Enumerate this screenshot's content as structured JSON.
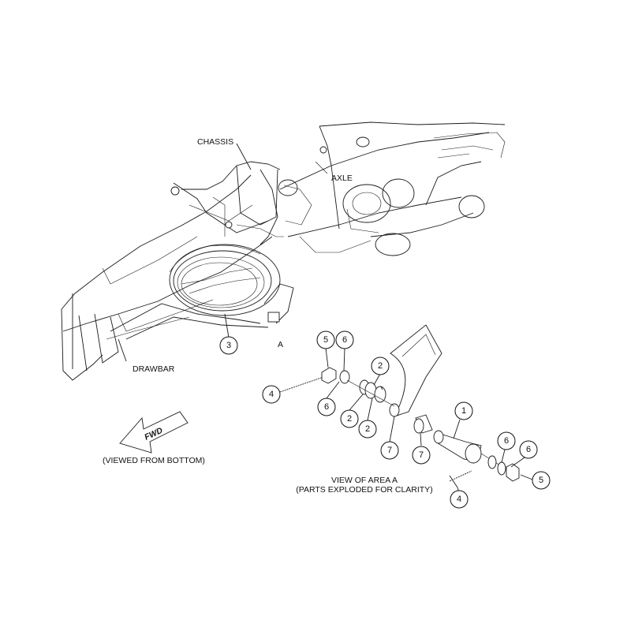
{
  "labels": {
    "chassis": "CHASSIS",
    "axle": "AXLE",
    "drawbar": "DRAWBAR",
    "area": "A",
    "fwd": "FWD",
    "viewed": "(VIEWED FROM BOTTOM)",
    "view_area_line1": "VIEW OF AREA A",
    "view_area_line2": "(PARTS EXPLODED FOR CLARITY)"
  },
  "callouts": [
    {
      "id": "c3",
      "text": "3",
      "highlight": false
    },
    {
      "id": "c5a",
      "text": "5",
      "highlight": false
    },
    {
      "id": "c6a",
      "text": "6",
      "highlight": false
    },
    {
      "id": "c4a",
      "text": "4",
      "highlight": true
    },
    {
      "id": "c6b",
      "text": "6",
      "highlight": false
    },
    {
      "id": "c2a",
      "text": "2",
      "highlight": false
    },
    {
      "id": "c2b",
      "text": "2",
      "highlight": false
    },
    {
      "id": "c2c",
      "text": "2",
      "highlight": false
    },
    {
      "id": "c7a",
      "text": "7",
      "highlight": false
    },
    {
      "id": "c7b",
      "text": "7",
      "highlight": false
    },
    {
      "id": "c1",
      "text": "1",
      "highlight": false
    },
    {
      "id": "c6c",
      "text": "6",
      "highlight": false
    },
    {
      "id": "c6d",
      "text": "6",
      "highlight": false
    },
    {
      "id": "c5b",
      "text": "5",
      "highlight": false
    },
    {
      "id": "c4b",
      "text": "4",
      "highlight": true
    }
  ],
  "colors": {
    "highlight": "#ffff66",
    "line": "#1a1a1a",
    "background": "#ffffff"
  }
}
